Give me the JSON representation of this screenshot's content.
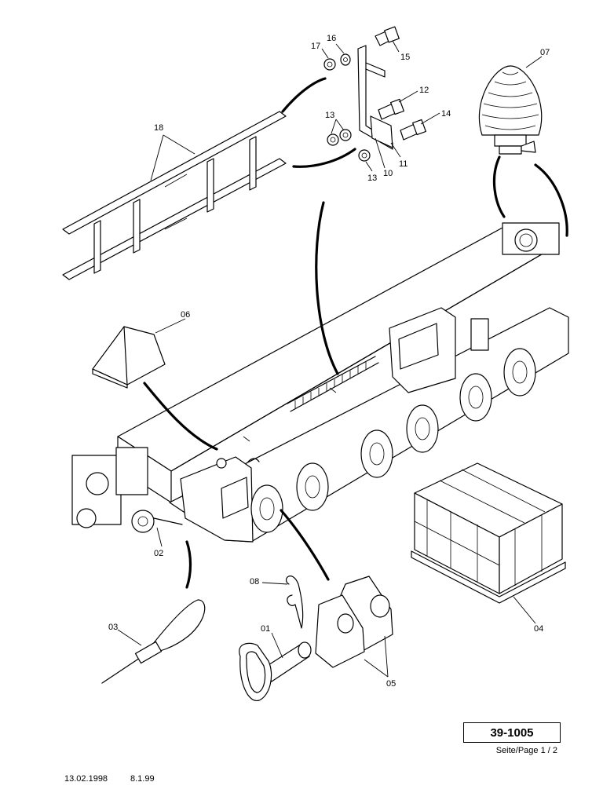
{
  "drawing": {
    "part_labels": {
      "p01": "01",
      "p02": "02",
      "p03": "03",
      "p04": "04",
      "p05": "05",
      "p06": "06",
      "p07": "07",
      "p08": "08",
      "p10": "10",
      "p11": "11",
      "p12": "12",
      "p13a": "13",
      "p13b": "13",
      "p14": "14",
      "p15": "15",
      "p16": "16",
      "p17": "17",
      "p18": "18"
    }
  },
  "footer": {
    "page_number": "39-1005",
    "page_ref": "Seite/Page 1 / 2",
    "date_1": "13.02.1998",
    "date_2": "8.1.99"
  }
}
